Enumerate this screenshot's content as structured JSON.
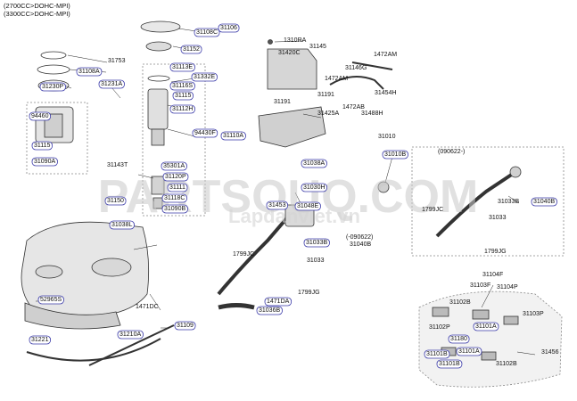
{
  "header": {
    "line1": "(2700CC>DOHC-MPI)",
    "line2": "(3300CC>DOHC-MPI)"
  },
  "watermark": {
    "main": "PARTSOUQ.COM",
    "sub": "Lapdanviet.vn"
  },
  "colors": {
    "box_stroke": "#3a3aa8",
    "line": "#222222",
    "part_fill": "#d9d9d9",
    "part_stroke": "#333333"
  },
  "labels": [
    {
      "id": "l31106",
      "text": "31106",
      "boxed": true
    },
    {
      "id": "l31108C",
      "text": "31108C",
      "boxed": true
    },
    {
      "id": "l31753",
      "text": "31753",
      "boxed": false
    },
    {
      "id": "l31108A",
      "text": "31108A",
      "boxed": true
    },
    {
      "id": "l31152",
      "text": "31152",
      "boxed": true
    },
    {
      "id": "l31113E",
      "text": "31113E",
      "boxed": true
    },
    {
      "id": "l31332E",
      "text": "31332E",
      "boxed": true
    },
    {
      "id": "l31231A",
      "text": "31231A",
      "boxed": true
    },
    {
      "id": "l31230P",
      "text": "31230P",
      "boxed": true
    },
    {
      "id": "l31116S",
      "text": "31116S",
      "boxed": true
    },
    {
      "id": "l31115a",
      "text": "31115",
      "boxed": true
    },
    {
      "id": "l31112H",
      "text": "31112H",
      "boxed": true
    },
    {
      "id": "l94460",
      "text": "94460",
      "boxed": true
    },
    {
      "id": "l94430F",
      "text": "94430F",
      "boxed": true
    },
    {
      "id": "l31110A",
      "text": "31110A",
      "boxed": true
    },
    {
      "id": "l31115b",
      "text": "31115",
      "boxed": true
    },
    {
      "id": "l31090A",
      "text": "31090A",
      "boxed": true
    },
    {
      "id": "l31143T",
      "text": "31143T",
      "boxed": false
    },
    {
      "id": "l35301A",
      "text": "35301A",
      "boxed": true
    },
    {
      "id": "l31120P",
      "text": "31120P",
      "boxed": true
    },
    {
      "id": "l31111",
      "text": "31111",
      "boxed": true
    },
    {
      "id": "l31118C",
      "text": "31118C",
      "boxed": true
    },
    {
      "id": "l31090B",
      "text": "31090B",
      "boxed": true
    },
    {
      "id": "l31150",
      "text": "31150",
      "boxed": true
    },
    {
      "id": "l31038L",
      "text": "31038L",
      "boxed": true
    },
    {
      "id": "l1310RA",
      "text": "1310RA",
      "boxed": false
    },
    {
      "id": "l31145",
      "text": "31145",
      "boxed": false
    },
    {
      "id": "l31420C",
      "text": "31420C",
      "boxed": false
    },
    {
      "id": "l1472AM",
      "text": "1472AM",
      "boxed": false
    },
    {
      "id": "l31146G",
      "text": "31146G",
      "boxed": false
    },
    {
      "id": "l1472AM2",
      "text": "1472AM",
      "boxed": false
    },
    {
      "id": "l31191a",
      "text": "31191",
      "boxed": false
    },
    {
      "id": "l31454H",
      "text": "31454H",
      "boxed": false
    },
    {
      "id": "l1472AB",
      "text": "1472AB",
      "boxed": false
    },
    {
      "id": "l31191b",
      "text": "31191",
      "boxed": false
    },
    {
      "id": "l31425A",
      "text": "31425A",
      "boxed": false
    },
    {
      "id": "l31488H",
      "text": "31488H",
      "boxed": false
    },
    {
      "id": "l31010",
      "text": "31010",
      "boxed": false
    },
    {
      "id": "l31010B",
      "text": "31010B",
      "boxed": true
    },
    {
      "id": "l090622a",
      "text": "(090622-)",
      "boxed": false
    },
    {
      "id": "l31038A",
      "text": "31038A",
      "boxed": true
    },
    {
      "id": "l31030H",
      "text": "31030H",
      "boxed": true
    },
    {
      "id": "l31453",
      "text": "31453",
      "boxed": true
    },
    {
      "id": "l31048E",
      "text": "31048E",
      "boxed": true
    },
    {
      "id": "l31033Ba",
      "text": "31033B",
      "boxed": false
    },
    {
      "id": "l31040Ba",
      "text": "31040B",
      "boxed": true
    },
    {
      "id": "l1799JCa",
      "text": "1799JC",
      "boxed": false
    },
    {
      "id": "l31033a",
      "text": "31033",
      "boxed": false
    },
    {
      "id": "l1799JGa",
      "text": "1799JG",
      "boxed": false
    },
    {
      "id": "l090622b",
      "text": "(-090622)",
      "boxed": false
    },
    {
      "id": "l31033Bb",
      "text": "31033B",
      "boxed": true
    },
    {
      "id": "l31040Bb",
      "text": "31040B",
      "boxed": false
    },
    {
      "id": "l1799JCb",
      "text": "1799JC",
      "boxed": false
    },
    {
      "id": "l31033b",
      "text": "31033",
      "boxed": false
    },
    {
      "id": "l1799JGb",
      "text": "1799JG",
      "boxed": false
    },
    {
      "id": "l1471DA",
      "text": "1471DA",
      "boxed": true
    },
    {
      "id": "l31036B",
      "text": "31036B",
      "boxed": true
    },
    {
      "id": "l52965S",
      "text": "52965S",
      "boxed": true
    },
    {
      "id": "l1471DC",
      "text": "1471DC",
      "boxed": false
    },
    {
      "id": "l31109",
      "text": "31109",
      "boxed": true
    },
    {
      "id": "l31210A",
      "text": "31210A",
      "boxed": true
    },
    {
      "id": "l31221",
      "text": "31221",
      "boxed": true
    },
    {
      "id": "l31104F",
      "text": "31104F",
      "boxed": false
    },
    {
      "id": "l31103F",
      "text": "31103F",
      "boxed": false
    },
    {
      "id": "l31104P",
      "text": "31104P",
      "boxed": false
    },
    {
      "id": "l31102B",
      "text": "31102B",
      "boxed": false
    },
    {
      "id": "l31103P",
      "text": "31103P",
      "boxed": false
    },
    {
      "id": "l31102P",
      "text": "31102P",
      "boxed": false
    },
    {
      "id": "l31101Aa",
      "text": "31101A",
      "boxed": true
    },
    {
      "id": "l31180",
      "text": "31180",
      "boxed": true
    },
    {
      "id": "l31101Ab",
      "text": "31101A",
      "boxed": true
    },
    {
      "id": "l31101Ba",
      "text": "31101B",
      "boxed": true
    },
    {
      "id": "l31101Bb",
      "text": "31101B",
      "boxed": true
    },
    {
      "id": "l31102B2",
      "text": "31102B",
      "boxed": false
    },
    {
      "id": "l31456",
      "text": "31456",
      "boxed": false
    }
  ]
}
